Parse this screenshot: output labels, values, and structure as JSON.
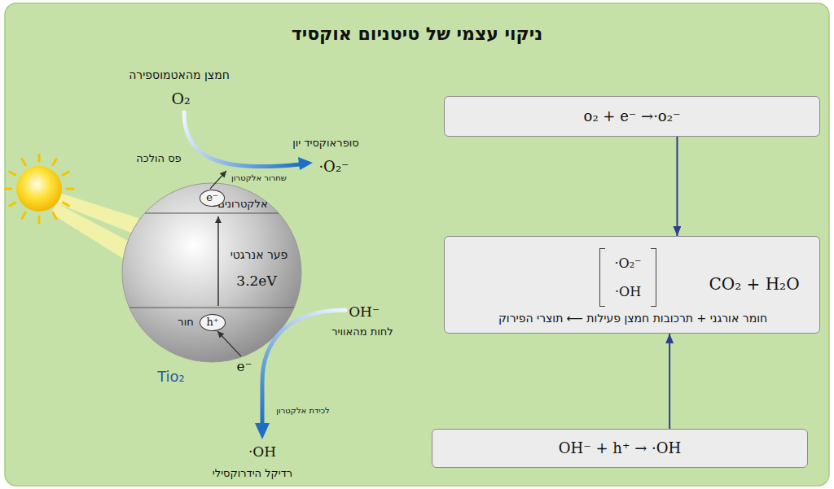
{
  "diagram": {
    "title": "ניקוי עצמי של טיטניום אוקסיד",
    "nodes": [
      {
        "text": [
          "o₂ + e⁻ →·o₂⁻"
        ]
      },
      {
        "text": [
          "·O₂⁻",
          "·OH",
          "CO₂ + H₂O",
          "חומר אורגני + תרכובות חמצן פעילות ⟵ תוצרי הפירוק"
        ]
      },
      {
        "text": [
          "OH⁻ + h⁺ → ·OH"
        ]
      },
      {
        "text": [
          "אלקטרונים",
          "פער אנרגטי",
          "3.2eV",
          "חור"
        ]
      },
      {
        "text": [
          "e⁻"
        ],
        "in": 3
      },
      {
        "text": [
          "h⁺"
        ],
        "in": 3
      }
    ],
    "edges": [
      {
        "from": 0,
        "to": 1,
        "arrow": "to"
      },
      {
        "from": 2,
        "to": 1,
        "arrow": "to"
      }
    ],
    "labels": [
      "חמצן מהאטמוספירה",
      "O₂",
      "פס הולכה",
      "סופראוקסיד יון",
      "·O₂⁻",
      "שחרור אלקטרון",
      "OH⁻",
      "לחות מהאוויר",
      "e⁻",
      "לכידת אלקטרון",
      "·OH",
      "רדיקל הידרוקסילי",
      "Tio₂"
    ]
  }
}
